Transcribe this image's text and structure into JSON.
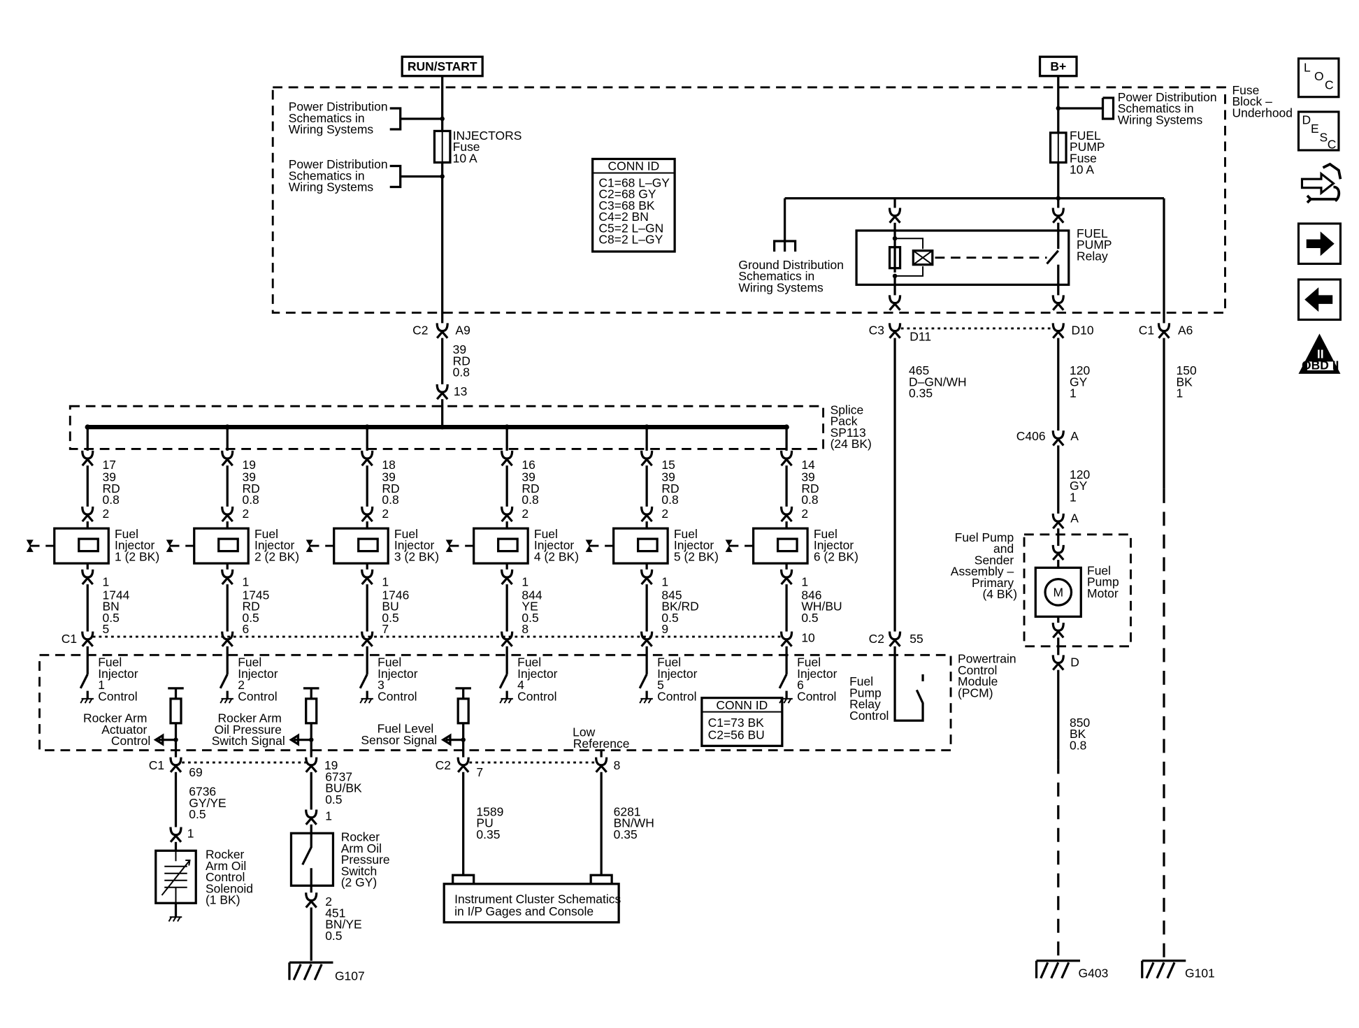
{
  "power": {
    "run_start": "RUN/START",
    "b_plus": "B+"
  },
  "fuse_block": {
    "label": [
      "Fuse",
      "Block –",
      "Underhood"
    ]
  },
  "power_dist_note": [
    "Power Distribution",
    "Schematics in",
    "Wiring Systems"
  ],
  "ground_dist_note": [
    "Ground Distribution",
    "Schematics in",
    "Wiring Systems"
  ],
  "injectors_fuse": [
    "INJECTORS",
    "Fuse",
    "10 A"
  ],
  "fuel_pump_fuse": [
    "FUEL",
    "PUMP",
    "Fuse",
    "10 A"
  ],
  "fuel_pump_relay": [
    "FUEL",
    "PUMP",
    "Relay"
  ],
  "conn_id_top": {
    "title": "CONN ID",
    "lines": [
      "C1=68 L–GY",
      "C2=68 GY",
      "C3=68 BK",
      "C4=2 BN",
      "C5=2 L–GN",
      "C8=2 L–GY"
    ]
  },
  "conn_id_pcm": {
    "title": "CONN ID",
    "lines": [
      "C1=73 BK",
      "C2=56 BU"
    ]
  },
  "connectors": {
    "c2": "C2",
    "a9": "A9",
    "c3": "C3",
    "d11": "D11",
    "d10": "D10",
    "c1": "C1",
    "a6": "A6",
    "c406": "C406",
    "a": "A",
    "d": "D",
    "pin_13": "13",
    "pin_55": "55",
    "pin_10": "10",
    "pin_69": "69",
    "pin_19": "19",
    "pin_7": "7",
    "pin_8": "8",
    "pin_1": "1",
    "pin_2": "2"
  },
  "wires": {
    "feed": [
      "39",
      "RD",
      "0.8"
    ],
    "relay_control": [
      "465",
      "D–GN/WH",
      "0.35"
    ],
    "pump_feed": [
      "120",
      "GY",
      "1"
    ],
    "pump_feed_2": [
      "120",
      "GY",
      "1"
    ],
    "relay_ground": [
      "150",
      "BK",
      "1"
    ],
    "pump_ground": [
      "850",
      "BK",
      "0.8"
    ],
    "rocker_sol": [
      "6736",
      "GY/YE",
      "0.5"
    ],
    "rocker_sw": [
      "6737",
      "BU/BK",
      "0.5"
    ],
    "rocker_sw_gnd": [
      "451",
      "BN/YE",
      "0.5"
    ],
    "level_sig": [
      "1589",
      "PU",
      "0.35"
    ],
    "low_ref": [
      "6281",
      "BN/WH",
      "0.35"
    ]
  },
  "splice_pack": [
    "Splice",
    "Pack",
    "SP113",
    "(24 BK)"
  ],
  "injectors": [
    {
      "splice_pin": "17",
      "feed": [
        "39",
        "RD",
        "0.8"
      ],
      "name": [
        "Fuel",
        "Injector",
        "1 (2 BK)"
      ],
      "ctrl": [
        "1744",
        "BN",
        "0.5",
        "5"
      ],
      "pcm": [
        "Fuel",
        "Injector",
        "1",
        "Control"
      ]
    },
    {
      "splice_pin": "19",
      "feed": [
        "39",
        "RD",
        "0.8"
      ],
      "name": [
        "Fuel",
        "Injector",
        "2 (2 BK)"
      ],
      "ctrl": [
        "1745",
        "RD",
        "0.5",
        "6"
      ],
      "pcm": [
        "Fuel",
        "Injector",
        "2",
        "Control"
      ]
    },
    {
      "splice_pin": "18",
      "feed": [
        "39",
        "RD",
        "0.8"
      ],
      "name": [
        "Fuel",
        "Injector",
        "3 (2 BK)"
      ],
      "ctrl": [
        "1746",
        "BU",
        "0.5",
        "7"
      ],
      "pcm": [
        "Fuel",
        "Injector",
        "3",
        "Control"
      ]
    },
    {
      "splice_pin": "16",
      "feed": [
        "39",
        "RD",
        "0.8"
      ],
      "name": [
        "Fuel",
        "Injector",
        "4 (2 BK)"
      ],
      "ctrl": [
        "844",
        "YE",
        "0.5",
        "8"
      ],
      "pcm": [
        "Fuel",
        "Injector",
        "4",
        "Control"
      ]
    },
    {
      "splice_pin": "15",
      "feed": [
        "39",
        "RD",
        "0.8"
      ],
      "name": [
        "Fuel",
        "Injector",
        "5 (2 BK)"
      ],
      "ctrl": [
        "845",
        "BK/RD",
        "0.5",
        "9"
      ],
      "pcm": [
        "Fuel",
        "Injector",
        "5",
        "Control"
      ]
    },
    {
      "splice_pin": "14",
      "feed": [
        "39",
        "RD",
        "0.8"
      ],
      "name": [
        "Fuel",
        "Injector",
        "6 (2 BK)"
      ],
      "ctrl": [
        "846",
        "WH/BU",
        "0.5",
        ""
      ],
      "pcm": [
        "Fuel",
        "Injector",
        "6",
        "Control"
      ]
    }
  ],
  "pcm": {
    "label": [
      "Powertrain",
      "Control",
      "Module",
      "(PCM)"
    ]
  },
  "pcm_signals": {
    "rocker_act": [
      "Rocker Arm",
      "Actuator",
      "Control"
    ],
    "rocker_ops": [
      "Rocker Arm",
      "Oil Pressure",
      "Switch Signal"
    ],
    "fuel_level": [
      "Fuel Level",
      "Sensor Signal"
    ],
    "low_ref": [
      "Low",
      "Reference"
    ],
    "relay_ctrl": [
      "Fuel",
      "Pump",
      "Relay",
      "Control"
    ]
  },
  "fuel_pump_assy": [
    "Fuel Pump",
    "and",
    "Sender",
    "Assembly –",
    "Primary",
    "(4 BK)"
  ],
  "fuel_pump_motor": [
    "Fuel",
    "Pump",
    "Motor"
  ],
  "motor_symbol": "M",
  "rocker_solenoid": [
    "Rocker",
    "Arm Oil",
    "Control",
    "Solenoid",
    "(1 BK)"
  ],
  "rocker_switch": [
    "Rocker",
    "Arm Oil",
    "Pressure",
    "Switch",
    "(2 GY)"
  ],
  "instrument_cluster": [
    "Instrument Cluster Schematics",
    "in I/P Gages and Console"
  ],
  "grounds": {
    "g107": "G107",
    "g403": "G403",
    "g101": "G101"
  },
  "nav": {
    "loc": [
      "L",
      "O",
      "C"
    ],
    "desc": [
      "D",
      "E",
      "S",
      "C"
    ],
    "obd": {
      "big": "II",
      "small": "OBD II"
    }
  }
}
